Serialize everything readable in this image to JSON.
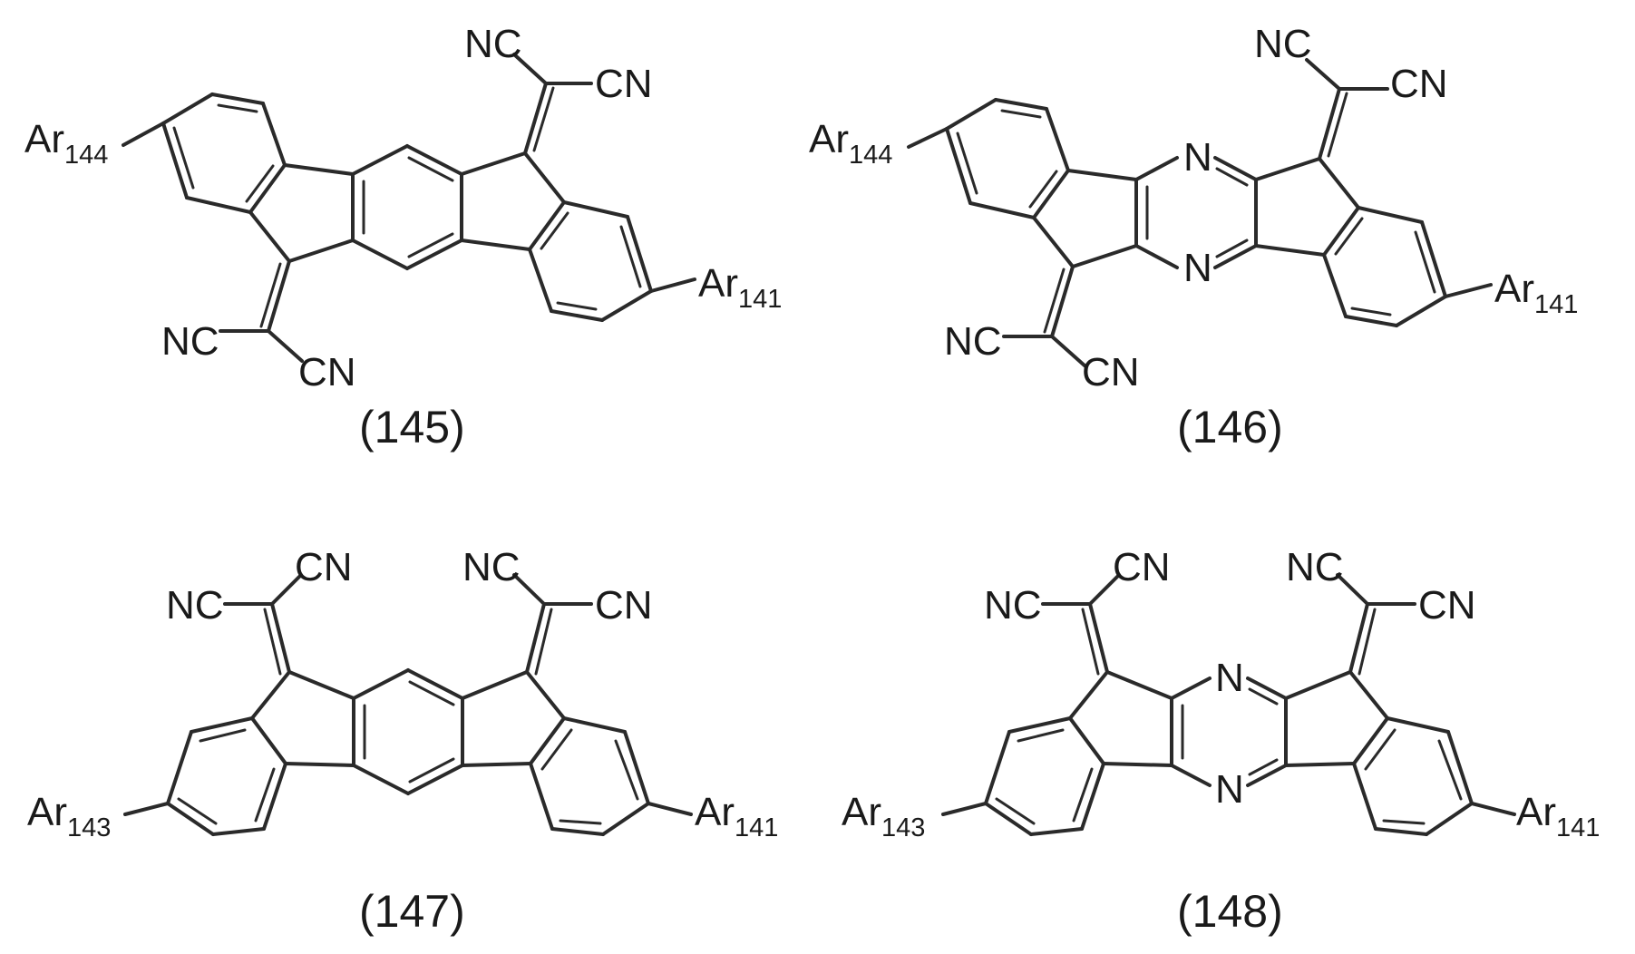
{
  "compounds": [
    {
      "number": "(145)",
      "core": "indenofluorene",
      "ar_left": {
        "main": "Ar",
        "sub": "144"
      },
      "ar_right": {
        "main": "Ar",
        "sub": "141"
      },
      "labels": {
        "nc_top": "NC",
        "cn_top": "CN",
        "nc_bottom": "NC",
        "cn_bottom": "CN"
      }
    },
    {
      "number": "(146)",
      "core": "diaza-indenofluorene",
      "ar_left": {
        "main": "Ar",
        "sub": "144"
      },
      "ar_right": {
        "main": "Ar",
        "sub": "141"
      },
      "labels": {
        "nc_top": "NC",
        "cn_top": "CN",
        "nc_bottom": "NC",
        "cn_bottom": "CN",
        "n_top": "N",
        "n_bottom": "N"
      }
    },
    {
      "number": "(147)",
      "core": "indenofluorene",
      "ar_left": {
        "main": "Ar",
        "sub": "143"
      },
      "ar_right": {
        "main": "Ar",
        "sub": "141"
      },
      "labels": {
        "nc_left": "NC",
        "cn_left": "CN",
        "nc_right": "NC",
        "cn_right": "CN"
      }
    },
    {
      "number": "(148)",
      "core": "diaza-indenofluorene",
      "ar_left": {
        "main": "Ar",
        "sub": "143"
      },
      "ar_right": {
        "main": "Ar",
        "sub": "141"
      },
      "labels": {
        "nc_left": "NC",
        "cn_left": "CN",
        "nc_right": "NC",
        "cn_right": "CN",
        "n_top": "N",
        "n_bottom": "N"
      }
    }
  ]
}
